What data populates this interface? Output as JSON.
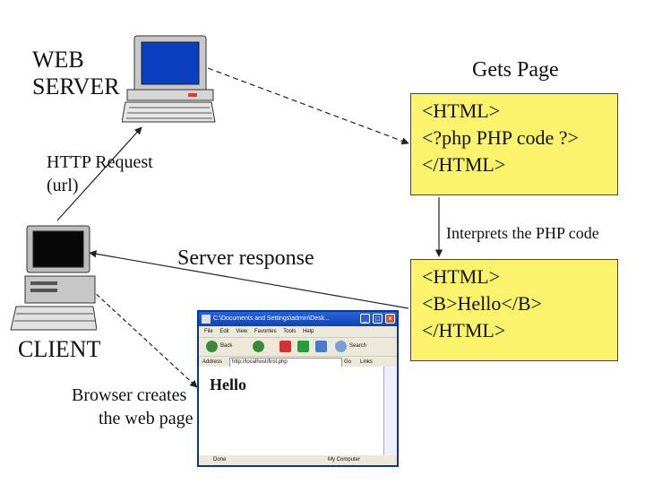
{
  "labels": {
    "web_server": "WEB SERVER",
    "gets_page": "Gets Page",
    "http_request": "HTTP Request",
    "http_request_sub": "(url)",
    "interprets": "Interprets the PHP code",
    "server_response": "Server response",
    "client": "CLIENT",
    "browser_creates": "Browser creates",
    "browser_creates_sub": "the web page"
  },
  "code_top": [
    "<HTML>",
    "<?php PHP code ?>",
    "</HTML>"
  ],
  "code_bottom": [
    "<HTML>",
    "<B>Hello</B>",
    "</HTML>"
  ],
  "browser": {
    "title": "C:\\Documents and Settings\\admin\\Desk...",
    "menu": [
      "File",
      "Edit",
      "View",
      "Favorites",
      "Tools",
      "Help"
    ],
    "back": "Back",
    "search": "Search",
    "address_label": "Address",
    "address": "http://localhost/first.php",
    "go": "Go",
    "links": "Links",
    "content": "Hello",
    "status_left": "Done",
    "status_right": "My Computer"
  },
  "colors": {
    "code_box": "#fbf36c",
    "browser_frame": "#0a3fa8",
    "arrow": "#222222"
  }
}
